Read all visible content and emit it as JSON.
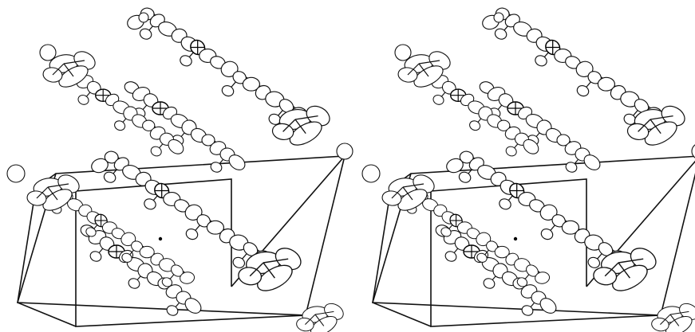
{
  "figure": {
    "kind": "stereo pair ORTEP crystal packing diagram",
    "views": [
      {
        "id": "left",
        "label": ""
      },
      {
        "id": "right",
        "label": ""
      }
    ],
    "colors": {
      "background": "#ffffff",
      "ink": "#111111"
    }
  }
}
